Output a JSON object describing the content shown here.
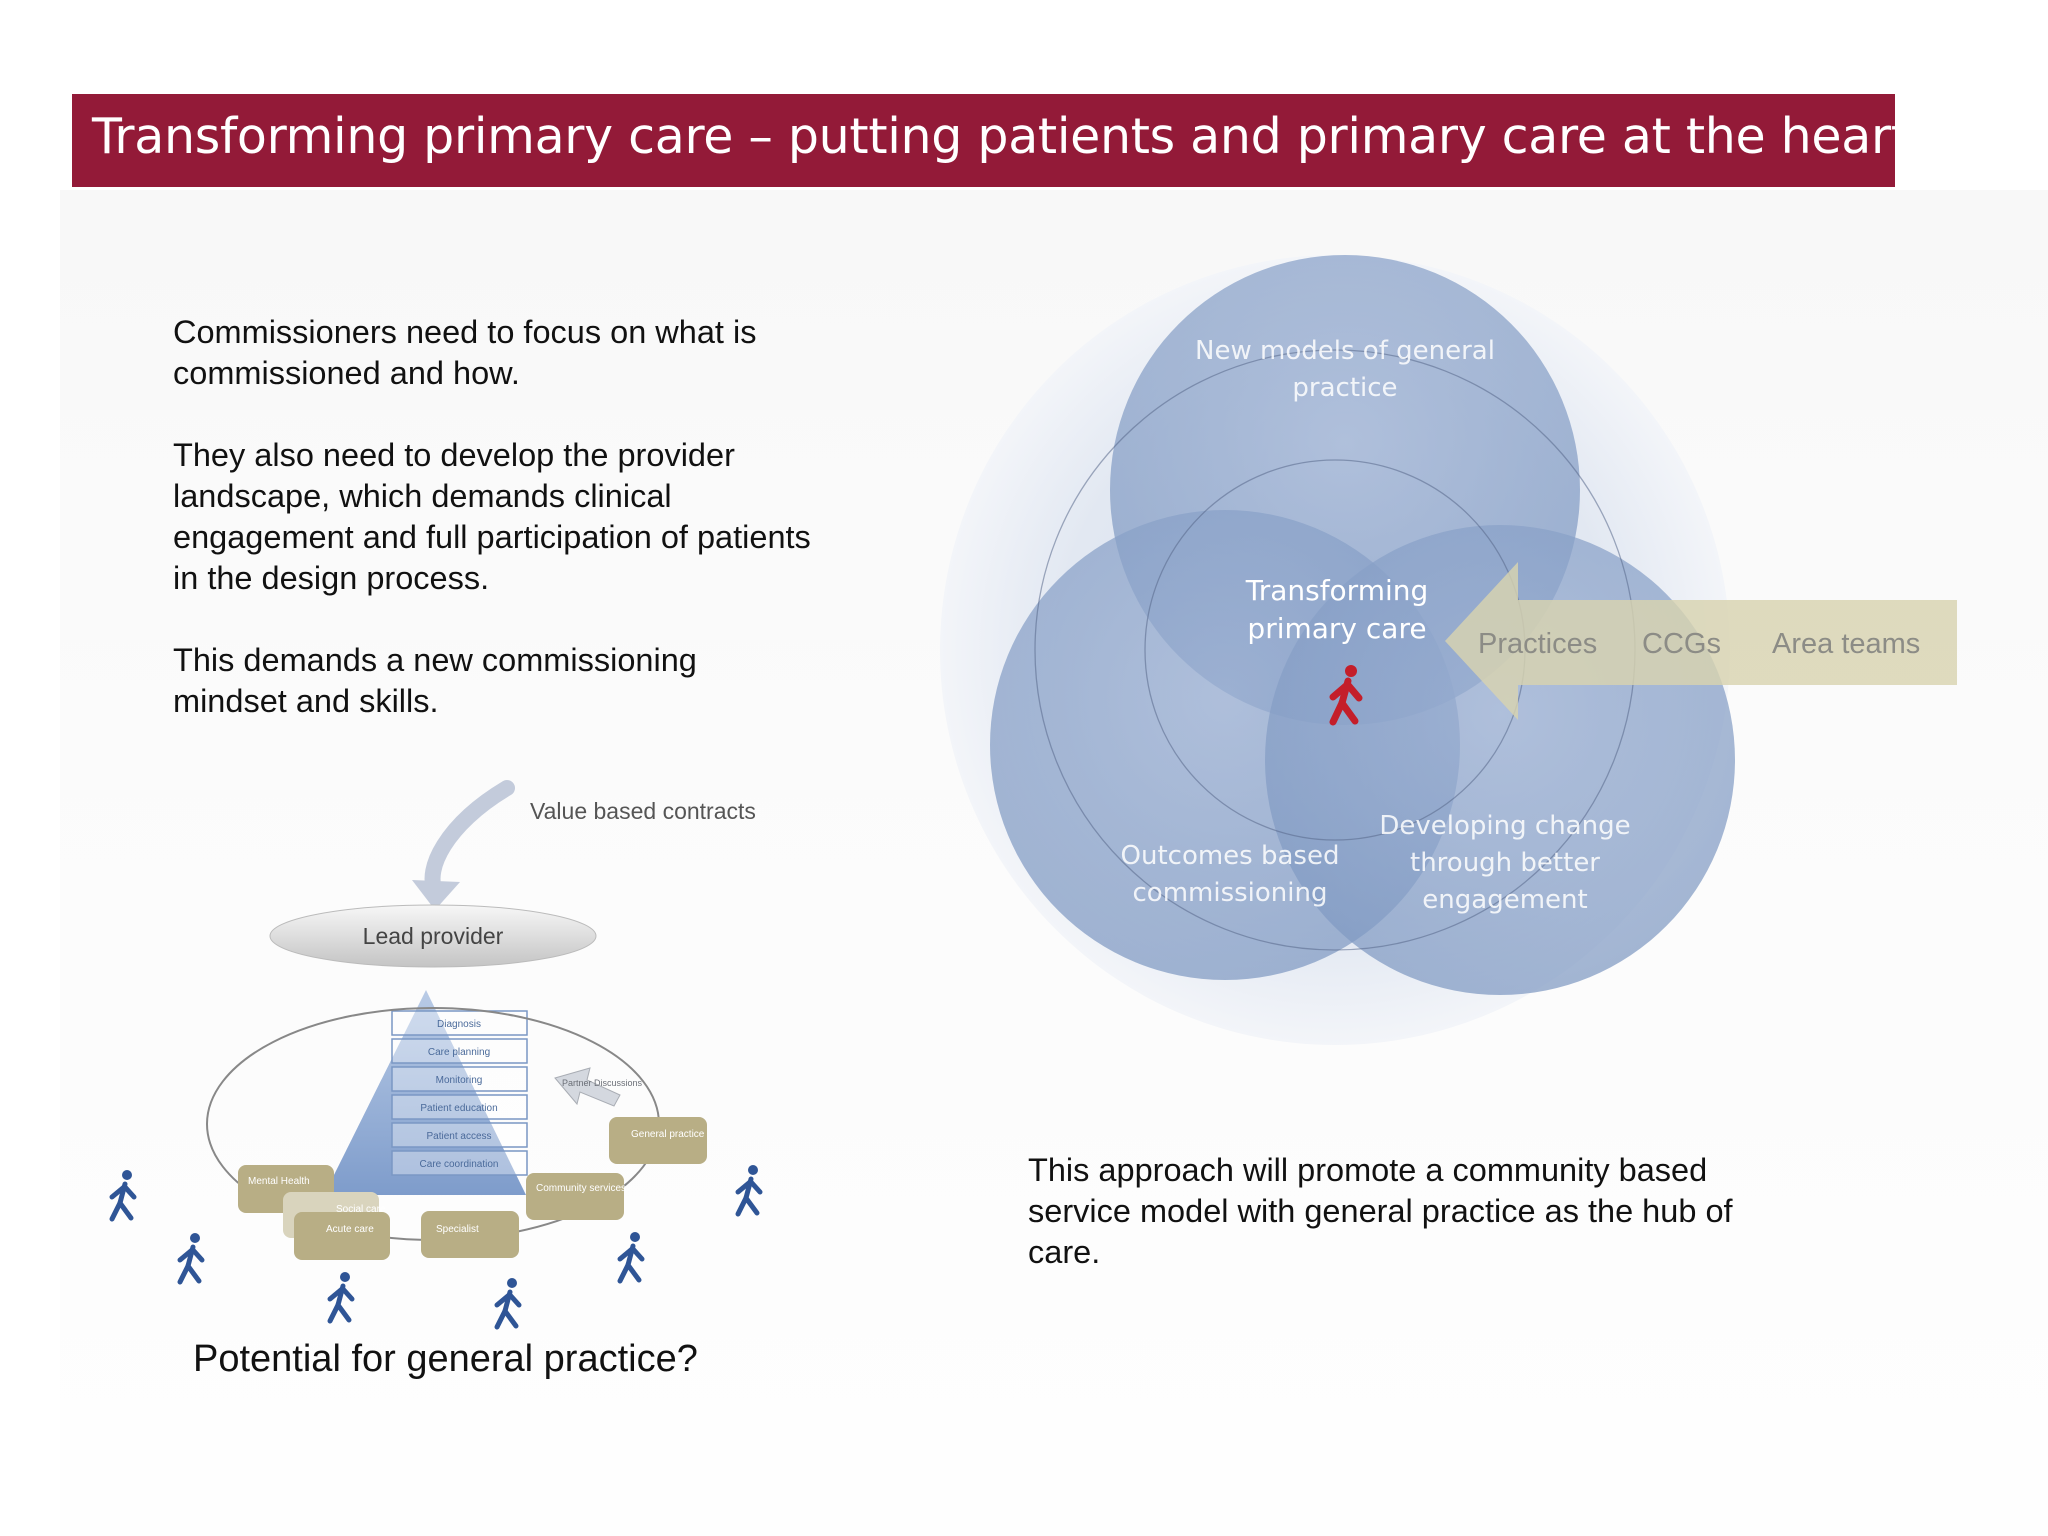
{
  "slide": {
    "title": "Transforming primary care – putting patients and primary care at the heart",
    "intro_paragraphs": [
      "Commissioners need to focus on what is commissioned and how.",
      "They also need to develop the provider landscape, which demands clinical engagement and full participation of patients in the design process.",
      "This demands a new commissioning mindset and skills."
    ],
    "closing_text": "This approach will promote a community based service model with general practice as the hub of care.",
    "caption": "Potential for general practice?",
    "colors": {
      "title_bar": "#931a38",
      "circle": "#8aa3c9",
      "arrow": "#d8d3b0",
      "person_red": "#c41e2a",
      "person_blue": "#2f5596",
      "box_tan": "#b8ae85"
    }
  },
  "venn": {
    "top_circle": [
      "New models of general",
      "practice"
    ],
    "center": [
      "Transforming",
      "primary care"
    ],
    "left_circle": [
      "Outcomes based",
      "commissioning"
    ],
    "right_circle": [
      "Developing change",
      "through better",
      "engagement"
    ],
    "arrow_labels": [
      "Practices",
      "CCGs",
      "Area teams"
    ]
  },
  "lead_provider_diagram": {
    "contracts_label": "Value based contracts",
    "lead_provider_label": "Lead provider",
    "pyramid_steps": [
      "Diagnosis",
      "Care planning",
      "Monitoring",
      "Patient education",
      "Patient access",
      "Care coordination"
    ],
    "boxes": [
      "Mental Health",
      "Social care",
      "Acute care",
      "Specialist",
      "Community services",
      "General practice"
    ],
    "arrow_label": "Partner Discussions",
    "person_icon": "walking-person-icon"
  }
}
